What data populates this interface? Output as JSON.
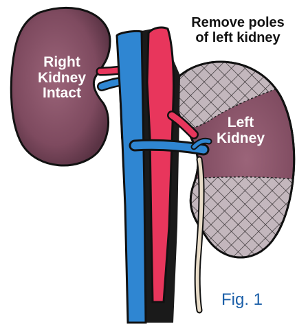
{
  "labels": {
    "right_kidney": "Right\nKidney\nIntact",
    "left_kidney": "Left\nKidney",
    "poles_note": "Remove poles\nof left kidney",
    "figure": "Fig. 1"
  },
  "colors": {
    "kidney": "#8a5369",
    "vein": "#2f86d2",
    "artery": "#e8365c",
    "outline": "#111111",
    "ureter": "#e8dcc8",
    "figure_label": "#1b5fa8"
  }
}
